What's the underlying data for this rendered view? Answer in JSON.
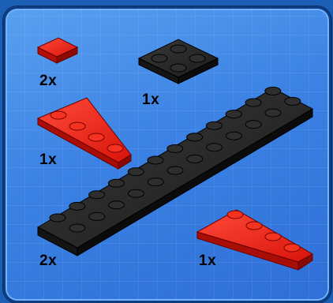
{
  "parts": [
    {
      "name": "red-plate-1x1",
      "quantity": "2x",
      "color": "#e0190f"
    },
    {
      "name": "black-plate-2x2",
      "quantity": "1x",
      "color": "#1e1e1e"
    },
    {
      "name": "red-wedge-plate-left",
      "quantity": "1x",
      "color": "#e0190f"
    },
    {
      "name": "black-plate-2x12",
      "quantity": "2x",
      "color": "#1e1e1e"
    },
    {
      "name": "red-wedge-plate-right",
      "quantity": "1x",
      "color": "#e0190f"
    }
  ],
  "colors": {
    "background": "#3b82e4",
    "border": "#0d3d80",
    "red": "#e0190f",
    "black": "#1e1e1e"
  }
}
